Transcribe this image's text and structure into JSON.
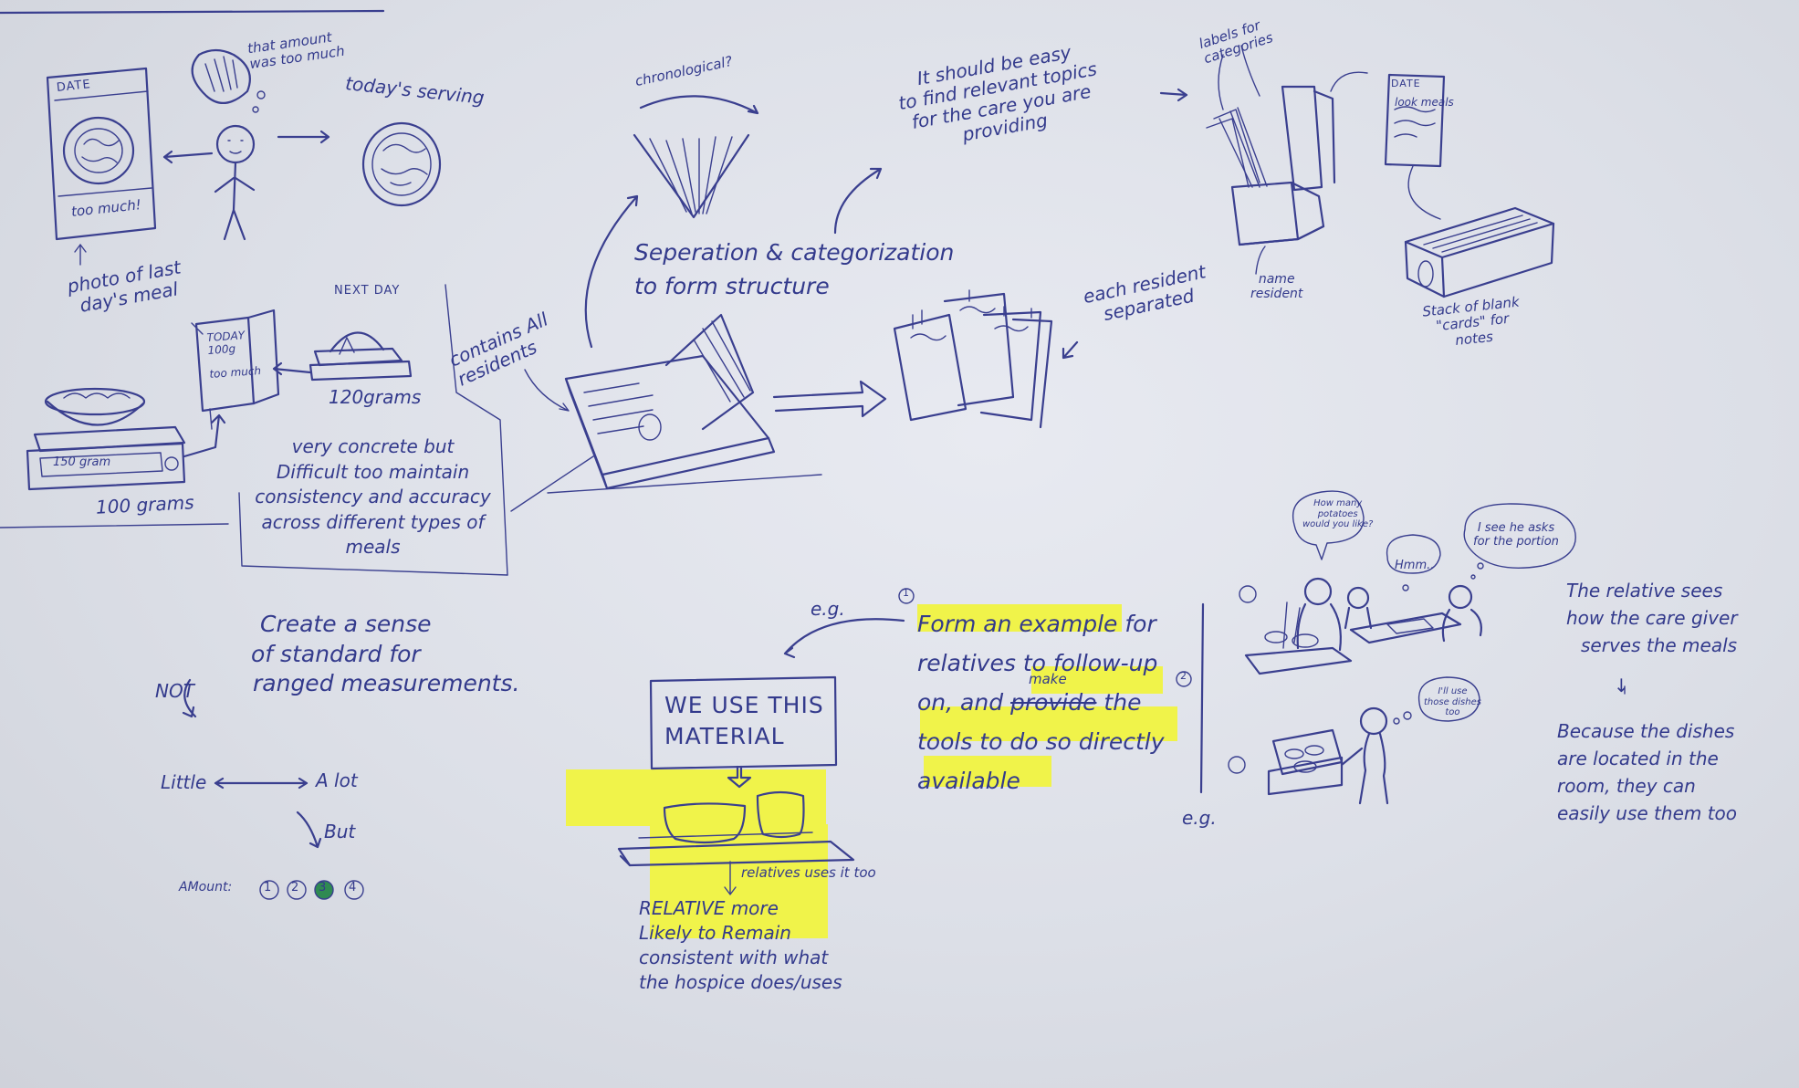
{
  "top_left": {
    "thought": [
      "that amount",
      "was too much"
    ],
    "todays_serving": "today's serving",
    "photo_header": "DATE",
    "photo_footer": "too much!",
    "photo_caption": [
      "photo of last",
      "day's meal"
    ],
    "next_day": "NEXT DAY",
    "card_lines": [
      "TODAY",
      "100g",
      "too much"
    ],
    "grams_120": "120grams",
    "grams_100": "100 grams",
    "scale_readout": "150 gram",
    "concrete_note": [
      "very concrete but",
      "Difficult too maintain",
      "consistency and accuracy",
      "across different types of",
      "meals"
    ]
  },
  "standard": {
    "not_label": "NOT",
    "text": [
      "Create a sense",
      "of standard for",
      "ranged measurements."
    ],
    "little": "Little",
    "a_lot": "A lot",
    "but": "But",
    "amount_label": "AMount:",
    "amount_options": [
      "1",
      "2",
      "3",
      "4"
    ],
    "amount_selected": 3
  },
  "binder": {
    "contains": [
      "contains All",
      "residents"
    ],
    "chronological": "chronological?",
    "separation": "Seperation & categorization",
    "structure": "to form structure",
    "easy_find": [
      "It should be easy",
      "to find relevant topics",
      "for the care you are",
      "providing"
    ],
    "each_resident": [
      "each resident",
      "separated"
    ]
  },
  "box": {
    "labels_for": [
      "labels for",
      "categories"
    ],
    "name_resident": [
      "name",
      "resident"
    ],
    "stack": [
      "Stack of blank",
      "\"cards\" for",
      "notes"
    ],
    "note_header": "DATE",
    "note_line": "look meals"
  },
  "example": {
    "eg": "e.g.",
    "circle_1": "1",
    "circle_2": "2",
    "sign": [
      "WE USE THIS",
      "MATERIAL"
    ],
    "relatives_uses": "relatives uses it too",
    "relative_more": [
      "RELATIVE more",
      "Likely to Remain",
      "consistent with what",
      "the hospice does/uses"
    ],
    "form_l1_a": "Form an example",
    "form_l1_b": "for",
    "form_l2": "relatives to follow-up",
    "form_l3_a": "on, and",
    "form_l3_strike": "provide",
    "form_l3_insert": "make",
    "form_l3_b": "the",
    "form_l4": "tools to do so directly",
    "form_l5": "available"
  },
  "scene": {
    "eg": "e.g.",
    "bubble_q": [
      "How many",
      "potatoes",
      "would you like?"
    ],
    "bubble_hmm": "Hmm..",
    "bubble_sees": [
      "I see he asks",
      "for the portion"
    ],
    "bubble_use": [
      "I'll use",
      "those dishes",
      "too"
    ],
    "relative_sees": [
      "The relative sees",
      "how the care giver",
      "serves the meals"
    ],
    "arrow": "↓",
    "because": [
      "Because the dishes",
      "are located in the",
      "room, they can",
      "easily use them too"
    ]
  },
  "colors": {
    "ink": "#3a3f8f",
    "highlight": "#f0f34a",
    "paper": "#e2e4eb",
    "selected_dot": "#2f8a52"
  }
}
